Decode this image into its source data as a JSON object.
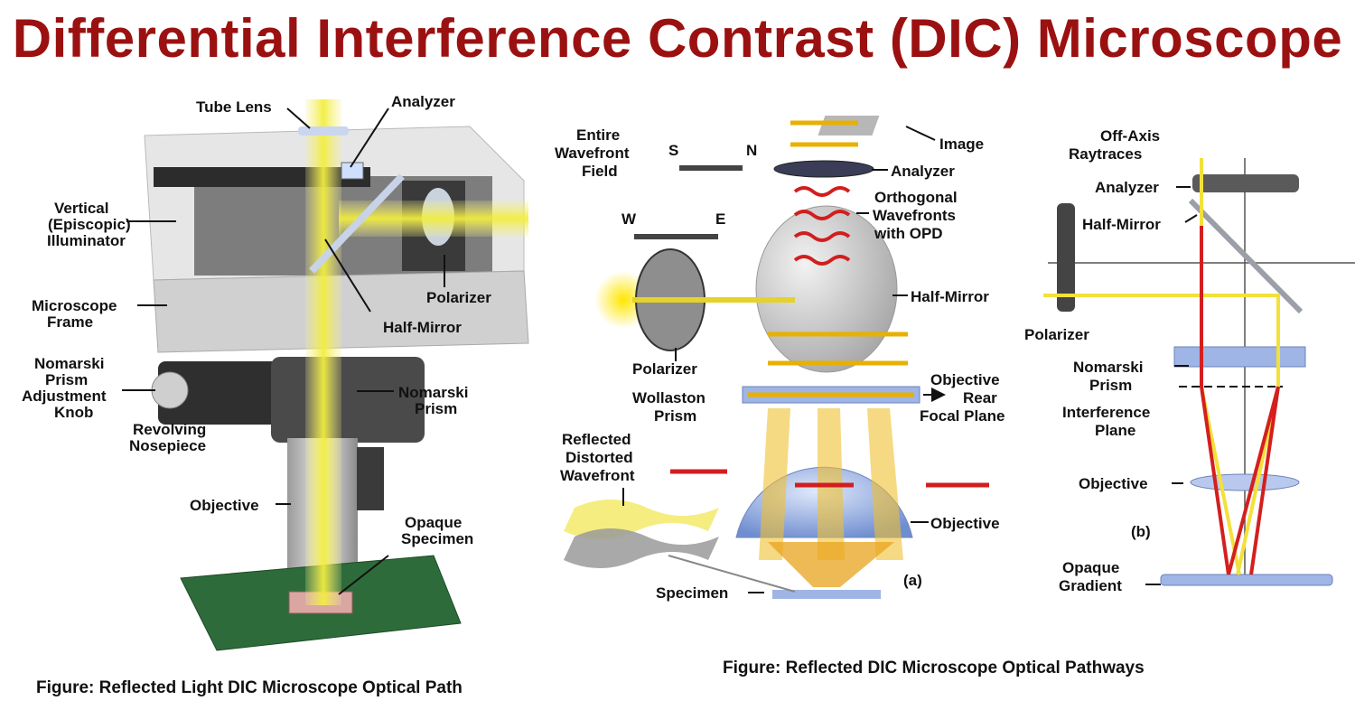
{
  "title": "Differential Interference Contrast (DIC) Microscope",
  "colors": {
    "title": "#9b1111",
    "beam": "#f2ee3c",
    "red_ray": "#d41f1f",
    "glass": "#9fb5e6"
  },
  "left_figure": {
    "caption": "Figure: Reflected Light DIC Microscope Optical Path",
    "labels": {
      "tube_lens": "Tube Lens",
      "analyzer": "Analyzer",
      "vertical": [
        "Vertical",
        "(Episcopic)",
        "Illuminator"
      ],
      "polarizer": "Polarizer",
      "half_mirror": "Half-Mirror",
      "frame": [
        "Microscope",
        "Frame"
      ],
      "knob": [
        "Nomarski",
        "Prism",
        "Adjustment",
        "Knob"
      ],
      "nomarski": [
        "Nomarski",
        "Prism"
      ],
      "nosepiece": [
        "Revolving",
        "Nosepiece"
      ],
      "objective": "Objective",
      "specimen": [
        "Opaque",
        "Specimen"
      ]
    }
  },
  "right_figure": {
    "caption": "Figure: Reflected DIC Microscope Optical Pathways",
    "panel_a": {
      "tag": "(a)",
      "labels": {
        "wavefront": [
          "Entire",
          "Wavefront",
          "Field"
        ],
        "s": "S",
        "n": "N",
        "w": "W",
        "e": "E",
        "image": "Image",
        "analyzer": "Analyzer",
        "orthogonal": [
          "Orthogonal",
          "Wavefronts",
          "with OPD"
        ],
        "half_mirror": "Half-Mirror",
        "polarizer": "Polarizer",
        "wollaston": [
          "Wollaston",
          "Prism"
        ],
        "rear_focal": [
          "Objective",
          "Rear",
          "Focal Plane"
        ],
        "distorted": [
          "Reflected",
          "Distorted",
          "Wavefront"
        ],
        "objective": "Objective",
        "specimen": "Specimen"
      }
    },
    "panel_b": {
      "tag": "(b)",
      "labels": {
        "offaxis": [
          "Off-Axis",
          "Raytraces"
        ],
        "analyzer": "Analyzer",
        "half_mirror": "Half-Mirror",
        "polarizer": "Polarizer",
        "nomarski": [
          "Nomarski",
          "Prism"
        ],
        "interference": [
          "Interference",
          "Plane"
        ],
        "objective": "Objective",
        "gradient": [
          "Opaque",
          "Gradient"
        ]
      }
    }
  }
}
